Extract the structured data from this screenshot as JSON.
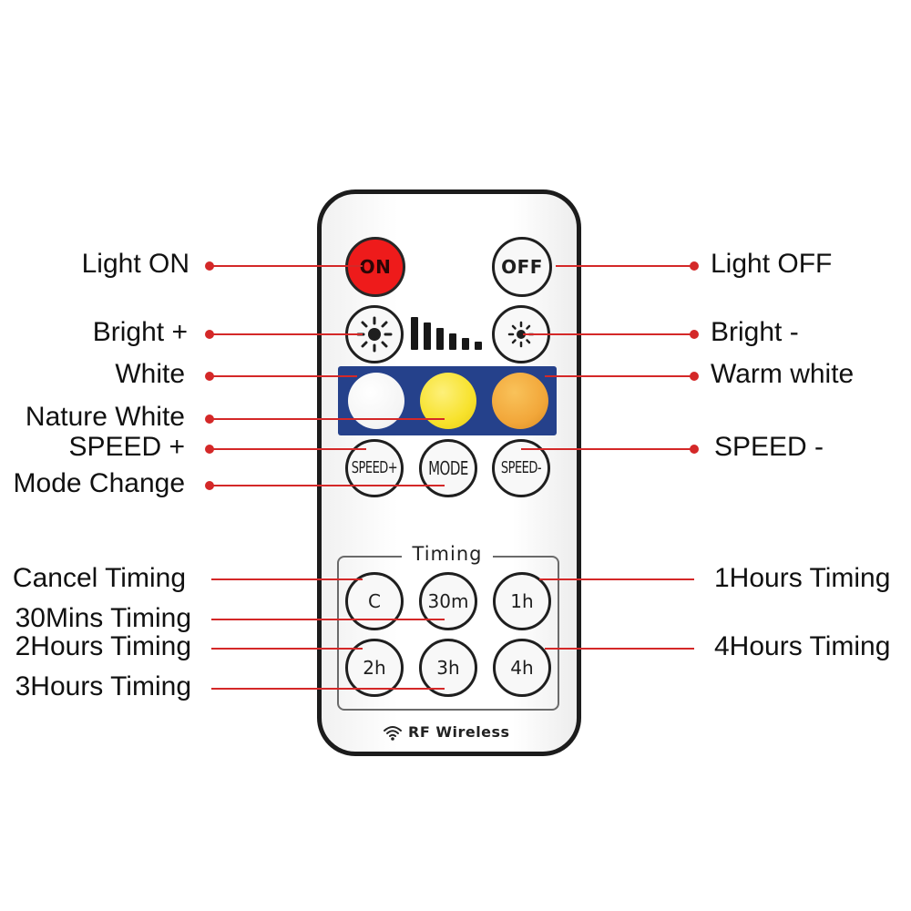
{
  "labels": {
    "light_on": "Light ON",
    "light_off": "Light OFF",
    "bright_plus": "Bright +",
    "bright_minus": "Bright -",
    "white": "White",
    "warm_white": "Warm white",
    "nature_white": "Nature White",
    "speed_plus": "SPEED +",
    "speed_minus": "SPEED -",
    "mode_change": "Mode Change",
    "cancel_timing": "Cancel Timing",
    "hours1_timing": "1Hours Timing",
    "mins30_timing": "30Mins Timing",
    "hours2_timing": "2Hours Timing",
    "hours4_timing": "4Hours Timing",
    "hours3_timing": "3Hours Timing"
  },
  "remote": {
    "buttons": {
      "on": "ON",
      "off": "OFF",
      "speed_plus": "SPEED+",
      "mode": "MODE",
      "speed_minus": "SPEED-",
      "c": "C",
      "m30": "30m",
      "h1": "1h",
      "h2": "2h",
      "h3": "3h",
      "h4": "4h"
    },
    "timing_title": "Timing",
    "footer": "RF Wireless",
    "icons": {
      "bright_plus": "sun-large-icon",
      "bright_minus": "sun-small-icon",
      "level": "brightness-bars-icon",
      "wireless": "wifi-icon"
    }
  },
  "colors": {
    "leader_line": "#d42828",
    "on_button": "#ee1b1b",
    "color_panel": "#25418b",
    "white_button": "#ffffff",
    "nature_white_button": "#f7e22c",
    "warm_white_button": "#f2a73a"
  }
}
